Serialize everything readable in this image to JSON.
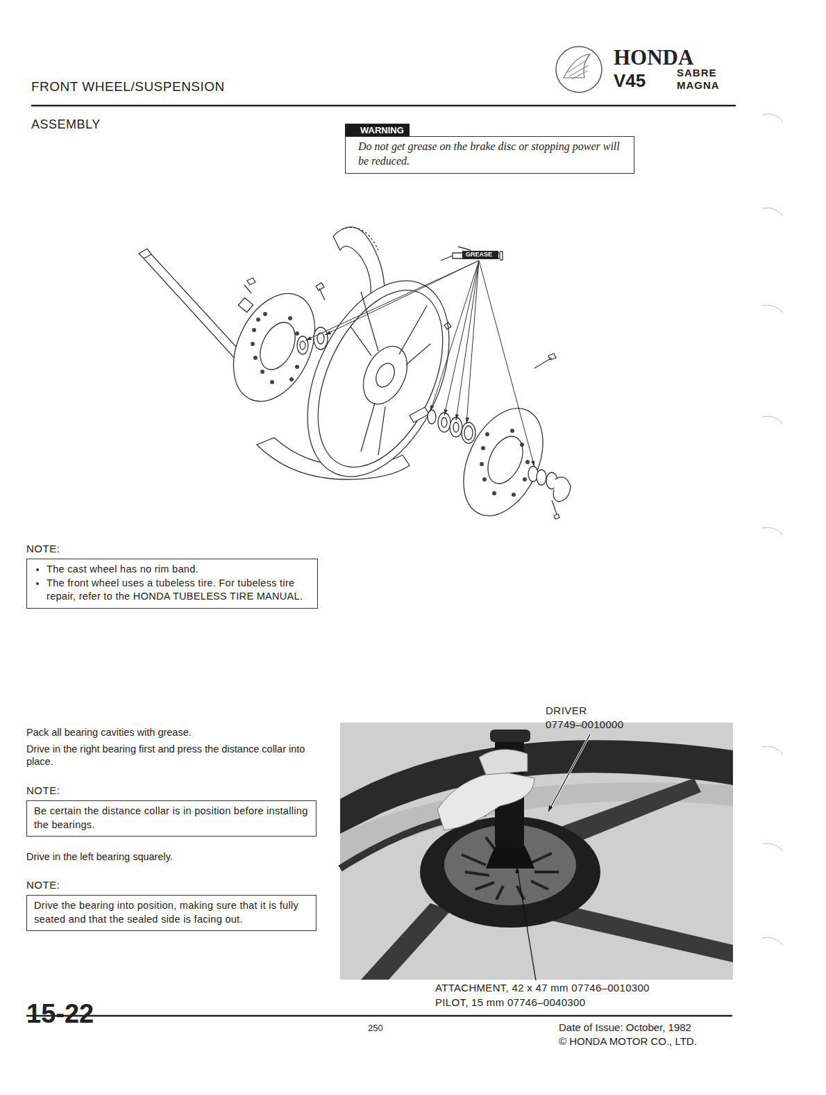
{
  "diagram": {
    "nodes": [
      {
        "text": [
          "WARNING",
          "Do not get grease on the brake disc or stopping power will be reduced."
        ]
      },
      {
        "text": [
          "NOTE:",
          "The cast wheel has no rim band.",
          "The front wheel uses a tubeless tire. For tubeless tire repair, refer to the HONDA TUBELESS TIRE MANUAL."
        ]
      },
      {
        "text": [
          "NOTE:",
          "Be certain the distance collar is in position before installing the bearings."
        ]
      },
      {
        "text": [
          "NOTE:",
          "Drive the bearing into position, making sure that it is fully seated and that the sealed side is facing out."
        ]
      }
    ],
    "labels": [
      "FRONT WHEEL/SUSPENSION",
      "HONDA",
      "V45",
      "SABRE",
      "MAGNA",
      "ASSEMBLY",
      "GREASE",
      "Pack all bearing cavities with grease.",
      "Drive in the right bearing first and press the distance collar into place.",
      "Drive in the left bearing squarely.",
      "DRIVER",
      "07749–0010000",
      "ATTACHMENT, 42 x 47 mm 07746–0010300",
      "PILOT, 15 mm 07746–0040300",
      "15-22",
      "250",
      "Date of Issue: October, 1982",
      "© HONDA MOTOR CO., LTD."
    ]
  }
}
